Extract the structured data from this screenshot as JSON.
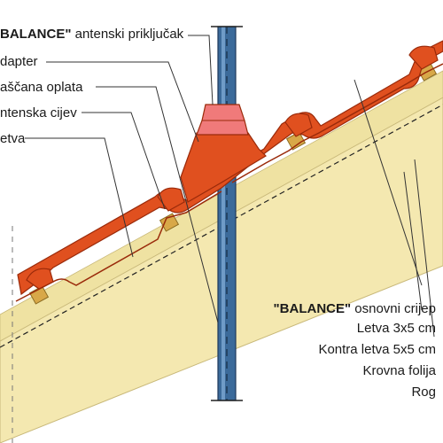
{
  "labels_left": {
    "antenna_connector_brand": "BALANCE\"",
    "antenna_connector_text": " antenski priključak",
    "adapter": "dapter",
    "cladding": "aščana oplata",
    "antenna_pipe": "ntenska cijev",
    "batten": "etva"
  },
  "labels_right": {
    "base_tile_brand": "\"BALANCE\"",
    "base_tile_text": " osnovni crijep",
    "batten": "Letva 3x5 cm",
    "counter_batten": "Kontra letva 5x5 cm",
    "roof_membrane": "Krovna folija",
    "rafter": "Rog"
  },
  "colors": {
    "tile": "#e0501f",
    "tile_dark": "#9a2a0a",
    "adapter_cap": "#f07a7a",
    "board": "#f4e8b0",
    "board_edge": "#c9b97a",
    "pipe": "#3b6a9a",
    "pipe_dark": "#1e3a5a",
    "batten": "#d8a848",
    "leader": "#333333"
  }
}
